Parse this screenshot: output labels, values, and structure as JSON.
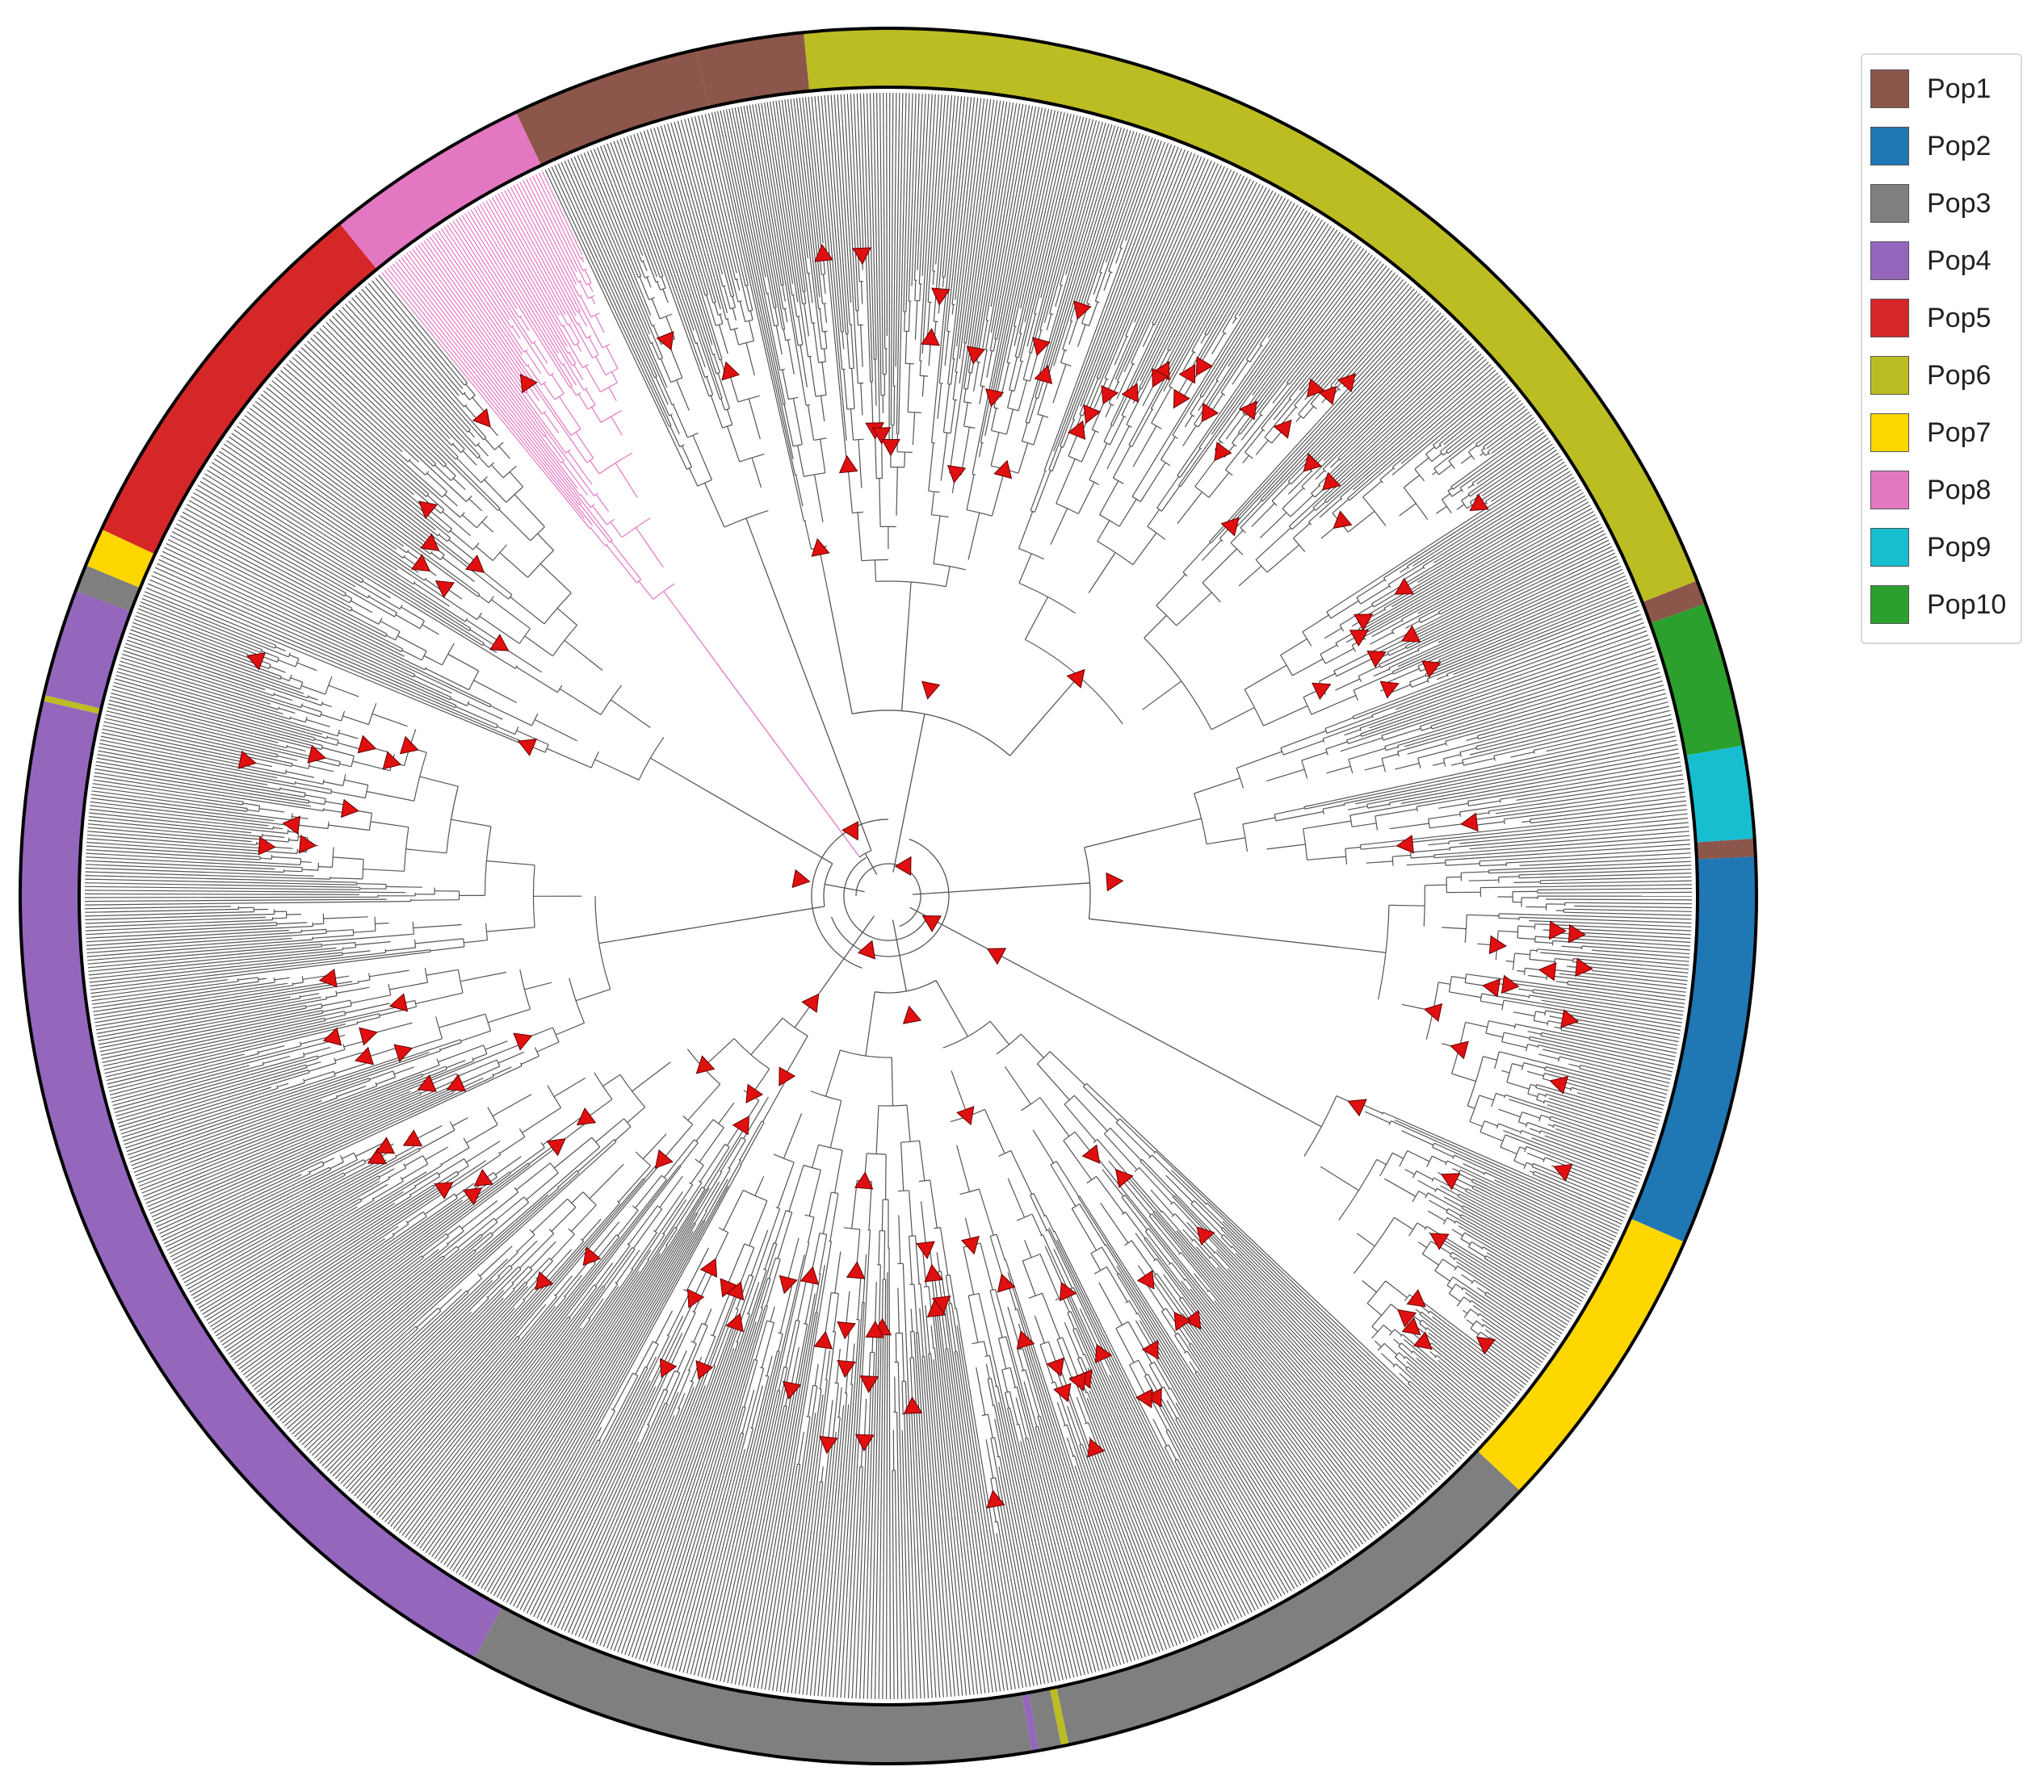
{
  "legend": {
    "entries": [
      {
        "label": "Pop1",
        "color": "#8c564b"
      },
      {
        "label": "Pop2",
        "color": "#1f77b4"
      },
      {
        "label": "Pop3",
        "color": "#7f7f7f"
      },
      {
        "label": "Pop4",
        "color": "#9467bd"
      },
      {
        "label": "Pop5",
        "color": "#d62728"
      },
      {
        "label": "Pop6",
        "color": "#bcbd22"
      },
      {
        "label": "Pop7",
        "color": "#ffd700"
      },
      {
        "label": "Pop8",
        "color": "#e377c2"
      },
      {
        "label": "Pop9",
        "color": "#17becf"
      },
      {
        "label": "Pop10",
        "color": "#2ca02c"
      }
    ]
  },
  "tree": {
    "layout": "circular",
    "branch_color": "#555555",
    "highlight_clade_color": "#e377c2",
    "node_marker": "red-triangle",
    "node_marker_color": "#e01010",
    "population_ring": [
      {
        "pop": "Pop1",
        "start_deg": -12.8,
        "end_deg": -5.6
      },
      {
        "pop": "Pop6",
        "start_deg": -5.6,
        "end_deg": 68.7
      },
      {
        "pop": "Pop1",
        "start_deg": 68.7,
        "end_deg": 70.3
      },
      {
        "pop": "Pop10",
        "start_deg": 70.3,
        "end_deg": 80.0
      },
      {
        "pop": "Pop9",
        "start_deg": 80.0,
        "end_deg": 86.2
      },
      {
        "pop": "Pop1",
        "start_deg": 86.2,
        "end_deg": 87.4
      },
      {
        "pop": "Pop2",
        "start_deg": 87.4,
        "end_deg": 113.5
      },
      {
        "pop": "Pop7",
        "start_deg": 113.5,
        "end_deg": 133.3
      },
      {
        "pop": "Pop3",
        "start_deg": 133.3,
        "end_deg": 168.0
      },
      {
        "pop": "Pop6",
        "start_deg": 168.0,
        "end_deg": 168.5
      },
      {
        "pop": "Pop3",
        "start_deg": 168.5,
        "end_deg": 170.0
      },
      {
        "pop": "Pop4",
        "start_deg": 170.0,
        "end_deg": 170.5
      },
      {
        "pop": "Pop3",
        "start_deg": 170.5,
        "end_deg": 208.5
      },
      {
        "pop": "Pop4",
        "start_deg": 208.5,
        "end_deg": 283.0
      },
      {
        "pop": "Pop6",
        "start_deg": 283.0,
        "end_deg": 283.4
      },
      {
        "pop": "Pop4",
        "start_deg": 283.4,
        "end_deg": 290.6
      },
      {
        "pop": "Pop3",
        "start_deg": 290.6,
        "end_deg": 292.4
      },
      {
        "pop": "Pop7",
        "start_deg": 292.4,
        "end_deg": 295.0
      },
      {
        "pop": "Pop5",
        "start_deg": 295.0,
        "end_deg": 320.8
      },
      {
        "pop": "Pop8",
        "start_deg": 320.8,
        "end_deg": 334.6
      },
      {
        "pop": "Pop1",
        "start_deg": 334.6,
        "end_deg": 347.2
      }
    ],
    "clades": [
      {
        "start_deg": -12.8,
        "end_deg": -5.6,
        "leaves": 34
      },
      {
        "start_deg": -5.6,
        "end_deg": 20,
        "leaves": 110
      },
      {
        "start_deg": 20,
        "end_deg": 68.7,
        "leaves": 190
      },
      {
        "start_deg": 68.7,
        "end_deg": 87.4,
        "leaves": 60
      },
      {
        "start_deg": 87.4,
        "end_deg": 113.5,
        "leaves": 95
      },
      {
        "start_deg": 113.5,
        "end_deg": 133.3,
        "leaves": 80
      },
      {
        "start_deg": 133.3,
        "end_deg": 170.5,
        "leaves": 140
      },
      {
        "start_deg": 170.5,
        "end_deg": 208.5,
        "leaves": 140
      },
      {
        "start_deg": 208.5,
        "end_deg": 245,
        "leaves": 140
      },
      {
        "start_deg": 245,
        "end_deg": 292.4,
        "leaves": 180
      },
      {
        "start_deg": 292.4,
        "end_deg": 320.8,
        "leaves": 90
      },
      {
        "start_deg": 320.8,
        "end_deg": 334.6,
        "leaves": 55
      },
      {
        "start_deg": 334.6,
        "end_deg": 347.2,
        "leaves": 50
      }
    ]
  }
}
